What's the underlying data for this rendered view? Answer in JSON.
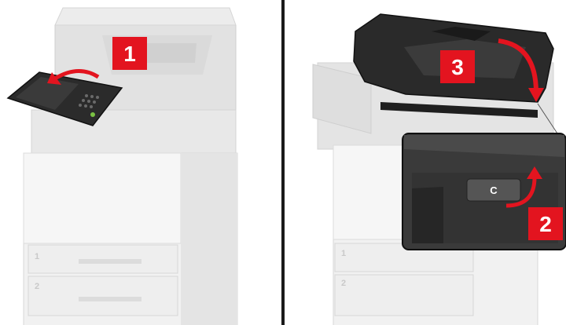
{
  "colors": {
    "step_badge": "#e3141f",
    "ghost_printer": "#e6e6e6",
    "dark_part": "#2a2a2a",
    "arrow": "#e3141f"
  },
  "steps": {
    "step1": "1",
    "step2": "2",
    "step3": "3"
  },
  "latch_label": "C",
  "tray_labels": {
    "left_tray1": "1",
    "left_tray2": "2",
    "right_tray1": "1",
    "right_tray2": "2"
  }
}
